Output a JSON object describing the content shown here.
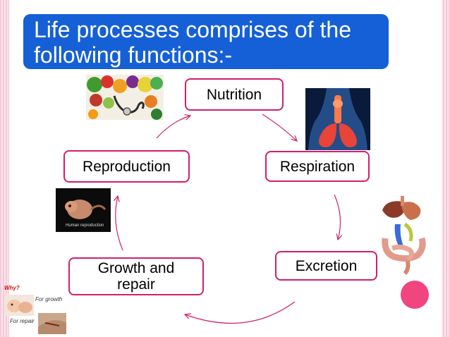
{
  "title": "Life processes comprises of the following functions:-",
  "nodes": {
    "nutrition": "Nutrition",
    "respiration": "Respiration",
    "excretion": "Excretion",
    "growth": "Growth and repair",
    "reproduction": "Reproduction"
  },
  "images": {
    "reproduction_caption": "Human reproduction",
    "why_label": "Why?",
    "for_growth": "For growth",
    "for_repair": "For repair"
  },
  "colors": {
    "title_bg": "#1560d6",
    "node_border": "#d11f6d",
    "arrow": "#d11f6d",
    "accent_dot": "#f0457f"
  },
  "icons": [
    "vegetables-stethoscope-image",
    "lungs-image",
    "digestive-organs-image",
    "fetus-image",
    "baby-image",
    "wound-image"
  ]
}
